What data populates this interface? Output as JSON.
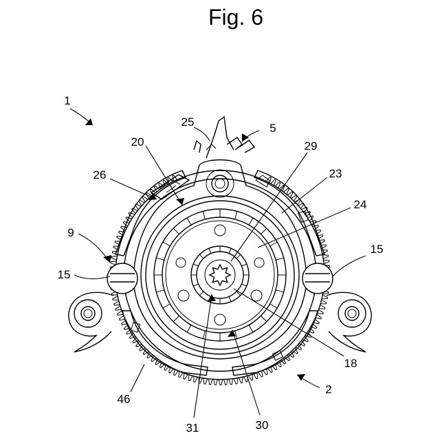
{
  "figure": {
    "title": "Fig. 6",
    "labels": {
      "l1": "1",
      "l2": "2",
      "l5": "5",
      "l9": "9",
      "l15a": "15",
      "l15b": "15",
      "l18": "18",
      "l20": "20",
      "l23": "23",
      "l24": "24",
      "l25": "25",
      "l26": "26",
      "l29": "29",
      "l30": "30",
      "l31": "31",
      "l46": "46"
    }
  }
}
